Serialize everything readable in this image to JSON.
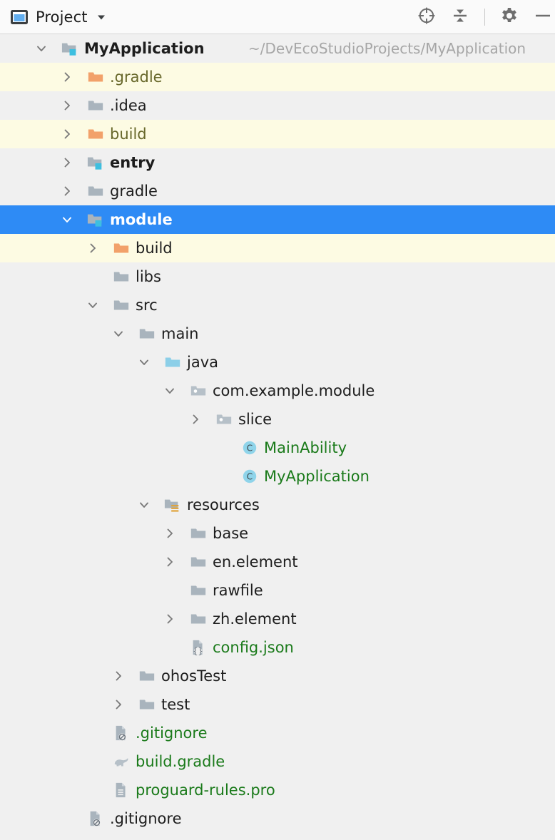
{
  "header": {
    "view_icon": "project-view-icon",
    "title": "Project",
    "dropdown_icon": "chevron-down-icon",
    "actions": [
      {
        "name": "select-opened-file-icon",
        "label": "Select Opened File"
      },
      {
        "name": "collapse-all-icon",
        "label": "Collapse All"
      },
      {
        "name": "separator",
        "label": ""
      },
      {
        "name": "gear-icon",
        "label": "Settings"
      },
      {
        "name": "minimize-icon",
        "label": "Hide"
      }
    ]
  },
  "colors": {
    "background": "#f0f0f0",
    "row_excluded": "#fdfbe3",
    "selection": "#2e8bf5",
    "text": "#1d1d1d",
    "text_excluded": "#68682b",
    "text_vcs_added": "#1a7a1a",
    "text_path": "#a6a6a6",
    "folder_gray": "#a9b4bd",
    "folder_orange": "#f2a16a",
    "folder_source": "#8ccfe8",
    "badge_module": "#3dbfe0",
    "badge_resources": "#e0a43c",
    "class_icon": "#8fd4ea"
  },
  "tree": {
    "rows": [
      {
        "name": "tree-row-myapplication",
        "label": "MyApplication",
        "path": "~/DevEcoStudioProjects/MyApplication",
        "indent": 0,
        "arrow": "expanded",
        "icon": "module-folder-icon",
        "style": "bold",
        "bg": "plain"
      },
      {
        "name": "tree-row-gradle-hidden",
        "label": ".gradle",
        "indent": 1,
        "arrow": "collapsed",
        "icon": "folder-orange-icon",
        "style": "olive",
        "bg": "cream"
      },
      {
        "name": "tree-row-idea",
        "label": ".idea",
        "indent": 1,
        "arrow": "collapsed",
        "icon": "folder-gray-icon",
        "style": "plain",
        "bg": "plain"
      },
      {
        "name": "tree-row-build",
        "label": "build",
        "indent": 1,
        "arrow": "collapsed",
        "icon": "folder-orange-icon",
        "style": "olive",
        "bg": "cream"
      },
      {
        "name": "tree-row-entry",
        "label": "entry",
        "indent": 1,
        "arrow": "collapsed",
        "icon": "module-folder-icon",
        "style": "bold",
        "bg": "plain"
      },
      {
        "name": "tree-row-gradle",
        "label": "gradle",
        "indent": 1,
        "arrow": "collapsed",
        "icon": "folder-gray-icon",
        "style": "plain",
        "bg": "plain"
      },
      {
        "name": "tree-row-module",
        "label": "module",
        "indent": 1,
        "arrow": "expanded",
        "icon": "module-folder-icon",
        "style": "white",
        "bg": "selected"
      },
      {
        "name": "tree-row-module-build",
        "label": "build",
        "indent": 2,
        "arrow": "collapsed",
        "icon": "folder-orange-icon",
        "style": "plain",
        "bg": "cream"
      },
      {
        "name": "tree-row-libs",
        "label": "libs",
        "indent": 2,
        "arrow": "none",
        "icon": "folder-gray-icon",
        "style": "plain",
        "bg": "plain"
      },
      {
        "name": "tree-row-src",
        "label": "src",
        "indent": 2,
        "arrow": "expanded",
        "icon": "folder-gray-icon",
        "style": "plain",
        "bg": "plain"
      },
      {
        "name": "tree-row-main",
        "label": "main",
        "indent": 3,
        "arrow": "expanded",
        "icon": "folder-gray-icon",
        "style": "plain",
        "bg": "plain"
      },
      {
        "name": "tree-row-java",
        "label": "java",
        "indent": 4,
        "arrow": "expanded",
        "icon": "folder-source-icon",
        "style": "plain",
        "bg": "plain"
      },
      {
        "name": "tree-row-package-com-example-module",
        "label": "com.example.module",
        "indent": 5,
        "arrow": "expanded",
        "icon": "package-icon",
        "style": "plain",
        "bg": "plain"
      },
      {
        "name": "tree-row-package-slice",
        "label": "slice",
        "indent": 6,
        "arrow": "collapsed",
        "icon": "package-icon",
        "style": "plain",
        "bg": "plain"
      },
      {
        "name": "tree-row-mainability",
        "label": "MainAbility",
        "indent": 7,
        "arrow": "none",
        "icon": "java-class-icon",
        "style": "green",
        "bg": "plain"
      },
      {
        "name": "tree-row-myapplication-class",
        "label": "MyApplication",
        "indent": 7,
        "arrow": "none",
        "icon": "java-class-icon",
        "style": "green",
        "bg": "plain"
      },
      {
        "name": "tree-row-resources",
        "label": "resources",
        "indent": 4,
        "arrow": "expanded",
        "icon": "resources-folder-icon",
        "style": "plain",
        "bg": "plain"
      },
      {
        "name": "tree-row-base",
        "label": "base",
        "indent": 5,
        "arrow": "collapsed",
        "icon": "folder-gray-icon",
        "style": "plain",
        "bg": "plain"
      },
      {
        "name": "tree-row-en-element",
        "label": "en.element",
        "indent": 5,
        "arrow": "collapsed",
        "icon": "folder-gray-icon",
        "style": "plain",
        "bg": "plain"
      },
      {
        "name": "tree-row-rawfile",
        "label": "rawfile",
        "indent": 5,
        "arrow": "none",
        "icon": "folder-gray-icon",
        "style": "plain",
        "bg": "plain"
      },
      {
        "name": "tree-row-zh-element",
        "label": "zh.element",
        "indent": 5,
        "arrow": "collapsed",
        "icon": "folder-gray-icon",
        "style": "plain",
        "bg": "plain"
      },
      {
        "name": "tree-row-config-json",
        "label": "config.json",
        "indent": 5,
        "arrow": "none",
        "icon": "json-file-icon",
        "style": "green",
        "bg": "plain"
      },
      {
        "name": "tree-row-ohostest",
        "label": "ohosTest",
        "indent": 3,
        "arrow": "collapsed",
        "icon": "folder-gray-icon",
        "style": "plain",
        "bg": "plain"
      },
      {
        "name": "tree-row-test",
        "label": "test",
        "indent": 3,
        "arrow": "collapsed",
        "icon": "folder-gray-icon",
        "style": "plain",
        "bg": "plain"
      },
      {
        "name": "tree-row-module-gitignore",
        "label": ".gitignore",
        "indent": 2,
        "arrow": "none",
        "icon": "gitignore-file-icon",
        "style": "green",
        "bg": "plain"
      },
      {
        "name": "tree-row-build-gradle",
        "label": "build.gradle",
        "indent": 2,
        "arrow": "none",
        "icon": "gradle-file-icon",
        "style": "green",
        "bg": "plain"
      },
      {
        "name": "tree-row-proguard-rules",
        "label": "proguard-rules.pro",
        "indent": 2,
        "arrow": "none",
        "icon": "text-file-icon",
        "style": "green",
        "bg": "plain"
      },
      {
        "name": "tree-row-root-gitignore",
        "label": ".gitignore",
        "indent": 1,
        "arrow": "none",
        "icon": "gitignore-file-icon",
        "style": "plain",
        "bg": "plain"
      }
    ]
  }
}
